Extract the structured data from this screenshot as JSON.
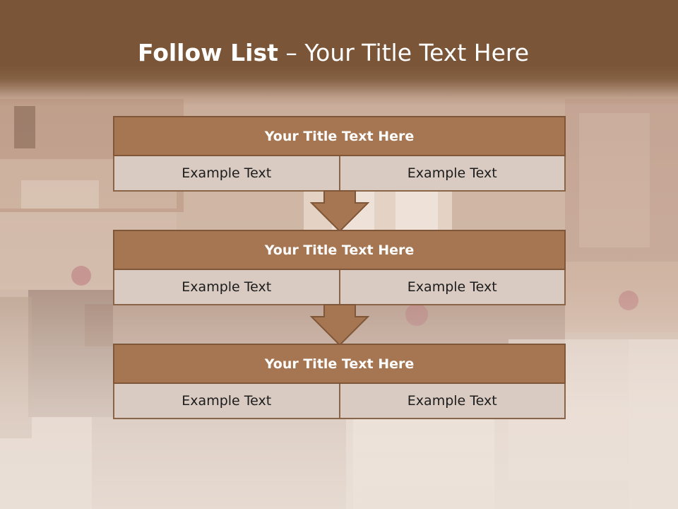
{
  "slide": {
    "title_bold": "Follow List",
    "title_rest": " – Your Title Text Here"
  },
  "steps": [
    {
      "title": "Your Title Text Here",
      "left": "Example Text",
      "right": "Example Text"
    },
    {
      "title": "Your Title Text Here",
      "left": "Example Text",
      "right": "Example Text"
    },
    {
      "title": "Your Title Text Here",
      "left": "Example Text",
      "right": "Example Text"
    }
  ],
  "colors": {
    "header": "#7a5537",
    "block_title": "#a57651",
    "block_border": "#7f5637",
    "cell": "#d9cbc2",
    "arrow": "#a57651"
  }
}
